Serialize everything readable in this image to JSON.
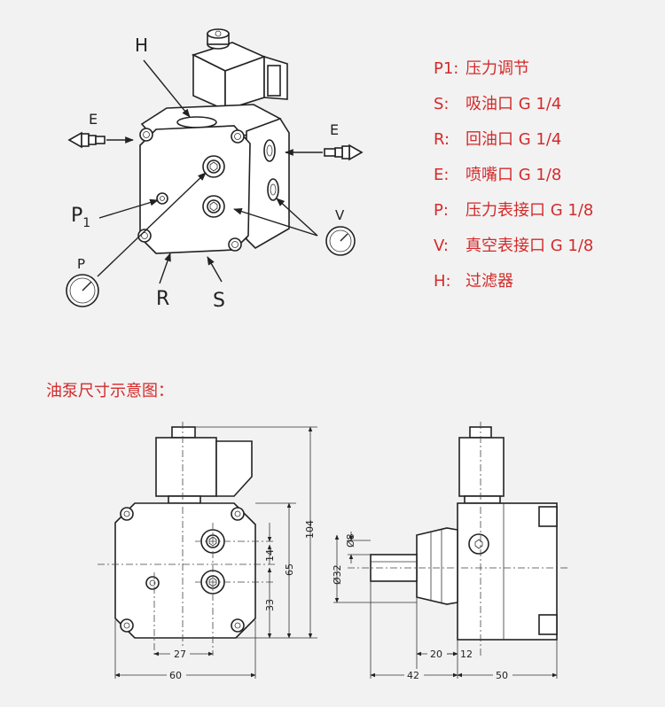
{
  "iso_callouts": {
    "H": "H",
    "E_left": "E",
    "E_right": "E",
    "P1_main": "P",
    "P1_sub": "1",
    "P_gauge": "P",
    "V": "V",
    "R": "R",
    "S": "S"
  },
  "legend": [
    {
      "key": "P1:",
      "value": "压力调节"
    },
    {
      "key": "S:",
      "value": "吸油口 G 1/4"
    },
    {
      "key": "R:",
      "value": "回油口 G 1/4"
    },
    {
      "key": "E:",
      "value": "喷嘴口 G 1/8"
    },
    {
      "key": "P:",
      "value": "压力表接口 G 1/8"
    },
    {
      "key": "V:",
      "value": "真空表接口 G 1/8"
    },
    {
      "key": "H:",
      "value": "过滤器"
    }
  ],
  "dimension_section_title": "油泵尺寸示意图：",
  "front_dims": {
    "d104": "104",
    "d65": "65",
    "d14": "14",
    "d33": "33",
    "d27": "27",
    "d60": "60"
  },
  "side_dims": {
    "d8": "Ø8",
    "d32": "Ø32",
    "d20": "20",
    "d12": "12",
    "d42": "42",
    "d50": "50"
  },
  "colors": {
    "accent_red": "#d42a2a",
    "background": "#f2f2f2",
    "line": "#222222"
  }
}
